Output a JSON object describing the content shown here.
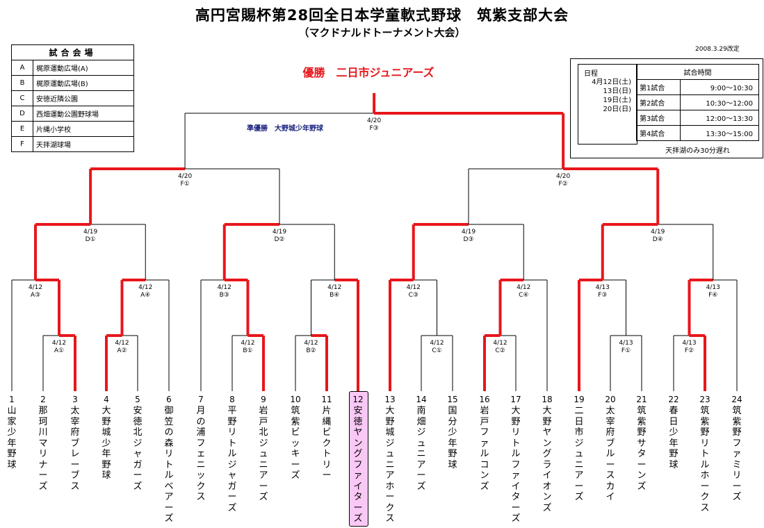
{
  "title": "高円宮賜杯第28回全日本学童軟式野球　筑紫支部大会",
  "subtitle": "（マクドナルドトーナメント大会）",
  "revised": "2008.3.29改定",
  "champion": "優勝　二日市ジュニアーズ",
  "runner_up": "準優勝　大野城少年野球",
  "venues": {
    "header": "試合会場",
    "items": [
      {
        "code": "A",
        "name": "梶原運動広場(A)"
      },
      {
        "code": "B",
        "name": "梶原運動広場(B)"
      },
      {
        "code": "C",
        "name": "安徳近隣公園"
      },
      {
        "code": "D",
        "name": "西畑運動公園野球場"
      },
      {
        "code": "E",
        "name": "片縄小学校"
      },
      {
        "code": "F",
        "name": "天拝湖球場"
      }
    ]
  },
  "schedule": {
    "dates_header": "日程",
    "dates": [
      "4月12日(土)",
      "13日(日)",
      "19日(土)",
      "20日(日)"
    ],
    "times_header": "試合時間",
    "times": [
      {
        "game": "第1試合",
        "time": "9:00〜10:30"
      },
      {
        "game": "第2試合",
        "time": "10:30〜12:00"
      },
      {
        "game": "第3試合",
        "time": "12:00〜13:30"
      },
      {
        "game": "第4試合",
        "time": "13:30〜15:00"
      }
    ],
    "note": "天拝湖のみ30分遅れ"
  },
  "teams": [
    {
      "num": "1",
      "name": "山家少年野球"
    },
    {
      "num": "2",
      "name": "那珂川マリナーズ"
    },
    {
      "num": "3",
      "name": "太宰府ブレーブス"
    },
    {
      "num": "4",
      "name": "大野城少年野球"
    },
    {
      "num": "5",
      "name": "安徳北ジャガーズ"
    },
    {
      "num": "6",
      "name": "御笠の森リトルベアーズ"
    },
    {
      "num": "7",
      "name": "月の浦フェニックス"
    },
    {
      "num": "8",
      "name": "平野リトルジャガーズ"
    },
    {
      "num": "9",
      "name": "岩戸北ジュニアーズ"
    },
    {
      "num": "10",
      "name": "筑紫ビッキーズ"
    },
    {
      "num": "11",
      "name": "片縄ビクトリー"
    },
    {
      "num": "12",
      "name": "安徳ヤングファイターズ"
    },
    {
      "num": "13",
      "name": "大野城ジュニアホークス"
    },
    {
      "num": "14",
      "name": "南畑ジュニアーズ"
    },
    {
      "num": "15",
      "name": "国分少年野球"
    },
    {
      "num": "16",
      "name": "岩戸ファルコンズ"
    },
    {
      "num": "17",
      "name": "大野リトルファイターズ"
    },
    {
      "num": "18",
      "name": "大野ヤングライオンズ"
    },
    {
      "num": "19",
      "name": "二日市ジュニアーズ"
    },
    {
      "num": "20",
      "name": "太宰府ブルースカイ"
    },
    {
      "num": "21",
      "name": "筑紫野サターンズ"
    },
    {
      "num": "22",
      "name": "春日少年野球"
    },
    {
      "num": "23",
      "name": "筑紫野リトルホークス"
    },
    {
      "num": "24",
      "name": "筑紫野ファミリーズ"
    }
  ],
  "matches": [
    {
      "id": "A1",
      "date": "4/12",
      "slot": "A①"
    },
    {
      "id": "A2",
      "date": "4/12",
      "slot": "A②"
    },
    {
      "id": "B1",
      "date": "4/12",
      "slot": "B①"
    },
    {
      "id": "B2",
      "date": "4/12",
      "slot": "B②"
    },
    {
      "id": "C1",
      "date": "4/12",
      "slot": "C①"
    },
    {
      "id": "C2",
      "date": "4/12",
      "slot": "C②"
    },
    {
      "id": "F1a",
      "date": "4/13",
      "slot": "F①"
    },
    {
      "id": "F2a",
      "date": "4/13",
      "slot": "F②"
    },
    {
      "id": "A3",
      "date": "4/12",
      "slot": "A③"
    },
    {
      "id": "A4",
      "date": "4/12",
      "slot": "A④"
    },
    {
      "id": "B3",
      "date": "4/12",
      "slot": "B③"
    },
    {
      "id": "B4",
      "date": "4/12",
      "slot": "B④"
    },
    {
      "id": "C3",
      "date": "4/12",
      "slot": "C③"
    },
    {
      "id": "C4",
      "date": "4/12",
      "slot": "C④"
    },
    {
      "id": "F3a",
      "date": "4/13",
      "slot": "F③"
    },
    {
      "id": "F4a",
      "date": "4/13",
      "slot": "F④"
    },
    {
      "id": "D1",
      "date": "4/19",
      "slot": "D①"
    },
    {
      "id": "D2",
      "date": "4/19",
      "slot": "D②"
    },
    {
      "id": "D3",
      "date": "4/19",
      "slot": "D③"
    },
    {
      "id": "D4",
      "date": "4/19",
      "slot": "D④"
    },
    {
      "id": "SF1",
      "date": "4/20",
      "slot": "F①"
    },
    {
      "id": "SF2",
      "date": "4/20",
      "slot": "F②"
    },
    {
      "id": "FIN",
      "date": "4/20",
      "slot": "F③"
    }
  ]
}
